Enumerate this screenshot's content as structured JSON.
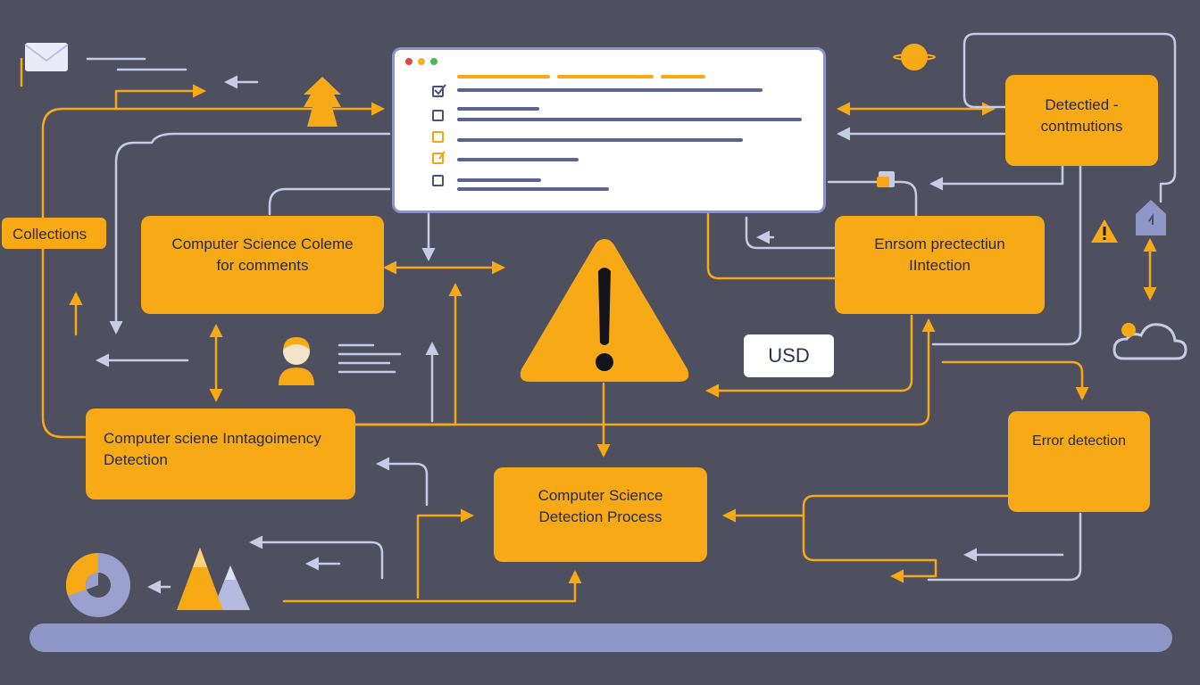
{
  "nodes": {
    "collections": "Collections",
    "cs_comments": [
      "Computer Science Coleme",
      "for comments"
    ],
    "cs_intan": [
      "Computer sciene Inntagoimency",
      "Detection"
    ],
    "cs_process": [
      "Computer Science",
      "Detection Process"
    ],
    "detected_continuations": [
      "Detectied -",
      "contmutions"
    ],
    "enrsom": [
      "Enrsom prectectiun",
      "IIntection"
    ],
    "error_detection": "Error detection"
  },
  "badge": {
    "currency": "USD"
  },
  "colors": {
    "background": "#4e4f5f",
    "accent": "#f7a916",
    "line_light": "#c6cbe6",
    "bar": "#8f97c8",
    "text_dark": "#2b2b38"
  },
  "icons": [
    "envelope-icon",
    "house-icon",
    "warning-icon",
    "person-icon",
    "pie-chart-icon",
    "cone-icon",
    "cloud-icon",
    "planet-icon",
    "checkbox-icon"
  ]
}
